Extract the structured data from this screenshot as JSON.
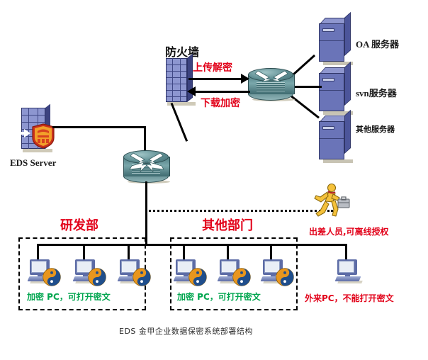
{
  "diagram": {
    "caption": "EDS 金甲企业数据保密系统部署结构",
    "colors": {
      "red": "#e2021a",
      "green": "#00a64f",
      "server_blue": "#6a74b8",
      "router_teal": "#5f8e93",
      "runner_yellow": "#f5c13a",
      "line_black": "#000000"
    }
  },
  "nodes": {
    "eds_server": {
      "label": "EDS Server",
      "icon": "firewall-shield-icon"
    },
    "firewall": {
      "label": "防火墙",
      "icon": "brick-wall-icon"
    },
    "core_router": {
      "label": "",
      "icon": "router-icon"
    },
    "edge_router": {
      "label": "",
      "icon": "router-icon"
    }
  },
  "flows": {
    "upload": {
      "label": "上传解密",
      "direction": "right"
    },
    "download": {
      "label": "下载加密",
      "direction": "left"
    }
  },
  "servers": [
    {
      "label": "OA 服务器",
      "icon": "server-icon"
    },
    {
      "label": "svn服务器",
      "icon": "server-icon"
    },
    {
      "label": "其他服务器",
      "icon": "server-icon"
    }
  ],
  "departments": [
    {
      "title": "研发部",
      "note": "加密 PC，可打开密文",
      "pc_count": 3,
      "pc_icon": "encrypted-pc-icon"
    },
    {
      "title": "其他部门",
      "note": "加密 PC，可打开密文",
      "pc_count": 3,
      "pc_icon": "encrypted-pc-icon"
    }
  ],
  "external": {
    "traveler_note": "出差人员,可离线授权",
    "traveler_icon": "running-person-briefcase-icon",
    "pc_note": "外来PC，不能打开密文",
    "pc_icon": "plain-pc-icon"
  }
}
